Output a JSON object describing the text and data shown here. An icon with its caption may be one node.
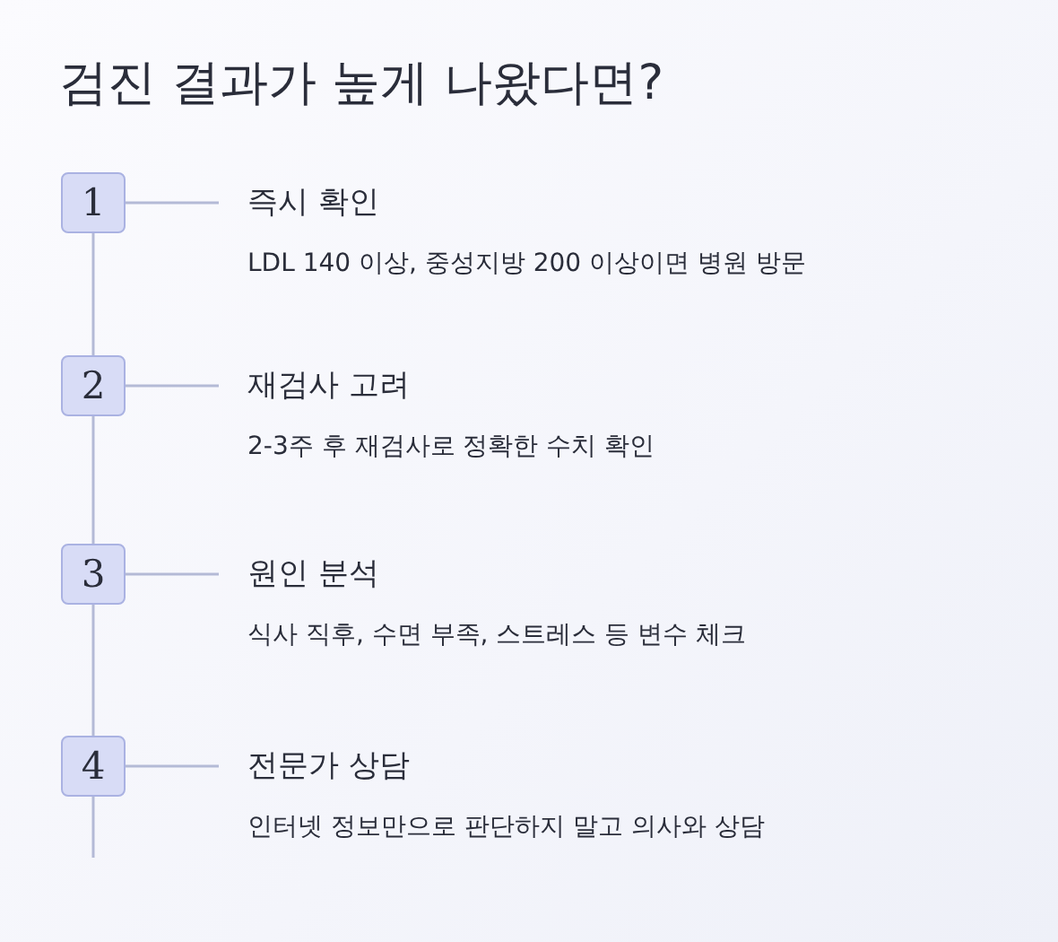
{
  "diagram": {
    "title": "검진 결과가 높게 나왔다면?",
    "nodes": [
      {
        "text": [
          "1"
        ]
      },
      {
        "text": [
          "즉시 확인",
          "LDL 140 이상, 중성지방 200 이상이면 병원 방문"
        ]
      },
      {
        "text": [
          "2"
        ]
      },
      {
        "text": [
          "재검사 고려",
          "2-3주 후 재검사로 정확한 수치 확인"
        ]
      },
      {
        "text": [
          "3"
        ]
      },
      {
        "text": [
          "원인 분석",
          "식사 직후, 수면 부족, 스트레스 등 변수 체크"
        ]
      },
      {
        "text": [
          "4"
        ]
      },
      {
        "text": [
          "전문가 상담",
          "인터넷 정보만으로 판단하지 말고 의사와 상담"
        ]
      }
    ],
    "edges": [
      {
        "from": 0,
        "to": 1,
        "arrow": "none"
      },
      {
        "from": 2,
        "to": 3,
        "arrow": "none"
      },
      {
        "from": 4,
        "to": 5,
        "arrow": "none"
      },
      {
        "from": 6,
        "to": 7,
        "arrow": "none"
      },
      {
        "from": 0,
        "to": 2,
        "arrow": "none"
      },
      {
        "from": 2,
        "to": 4,
        "arrow": "none"
      },
      {
        "from": 4,
        "to": 6,
        "arrow": "none"
      },
      {
        "from": 6,
        "to": null,
        "arrow": "none"
      }
    ]
  }
}
